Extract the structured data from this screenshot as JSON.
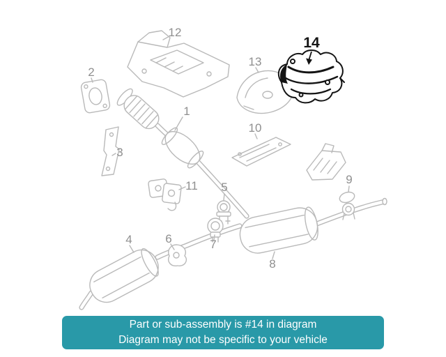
{
  "diagram": {
    "highlighted_part": "14",
    "labels": {
      "n1": "1",
      "n2": "2",
      "n3": "3",
      "n4": "4",
      "n5": "5",
      "n6": "6",
      "n7": "7",
      "n8": "8",
      "n9": "9",
      "n10": "10",
      "n11": "11",
      "n12": "12",
      "n13": "13",
      "n14": "14"
    }
  },
  "banner": {
    "line1": "Part or sub-assembly is #14 in diagram",
    "line2": "Diagram may not be specific to your vehicle"
  },
  "colors": {
    "line_art": "#b9b9b9",
    "highlight": "#141414",
    "label_text": "#8f8f8f",
    "banner_background": "#2999a8",
    "banner_text": "#ffffff",
    "background": "#ffffff"
  }
}
